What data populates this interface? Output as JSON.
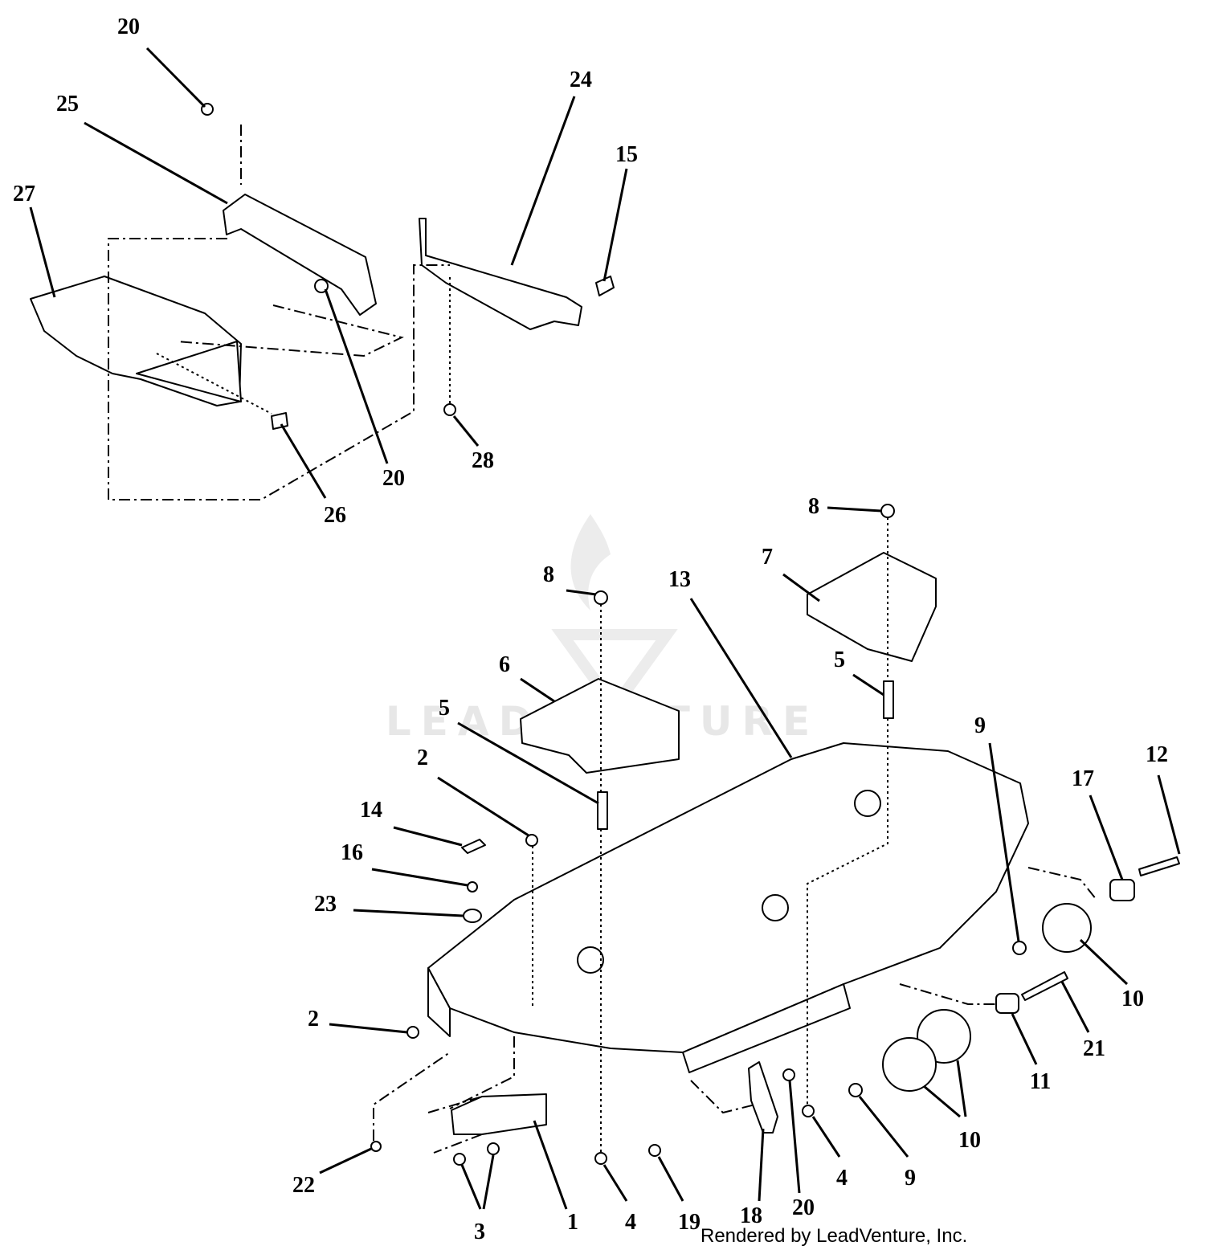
{
  "watermark": "LEADVENTURE",
  "credit": "Rendered by LeadVenture, Inc.",
  "callouts": [
    {
      "id": "c1",
      "text": "20"
    },
    {
      "id": "c2",
      "text": "25"
    },
    {
      "id": "c3",
      "text": "27"
    },
    {
      "id": "c4",
      "text": "24"
    },
    {
      "id": "c5",
      "text": "15"
    },
    {
      "id": "c6",
      "text": "20"
    },
    {
      "id": "c7",
      "text": "28"
    },
    {
      "id": "c8",
      "text": "26"
    },
    {
      "id": "c9",
      "text": "8"
    },
    {
      "id": "c10",
      "text": "7"
    },
    {
      "id": "c11",
      "text": "13"
    },
    {
      "id": "c12",
      "text": "8"
    },
    {
      "id": "c13",
      "text": "6"
    },
    {
      "id": "c14",
      "text": "5"
    },
    {
      "id": "c15",
      "text": "5"
    },
    {
      "id": "c16",
      "text": "9"
    },
    {
      "id": "c17",
      "text": "12"
    },
    {
      "id": "c18",
      "text": "17"
    },
    {
      "id": "c19",
      "text": "2"
    },
    {
      "id": "c20",
      "text": "14"
    },
    {
      "id": "c21",
      "text": "16"
    },
    {
      "id": "c22",
      "text": "23"
    },
    {
      "id": "c23",
      "text": "10"
    },
    {
      "id": "c24",
      "text": "21"
    },
    {
      "id": "c25",
      "text": "2"
    },
    {
      "id": "c26",
      "text": "11"
    },
    {
      "id": "c27",
      "text": "10"
    },
    {
      "id": "c28",
      "text": "9"
    },
    {
      "id": "c29",
      "text": "22"
    },
    {
      "id": "c30",
      "text": "4"
    },
    {
      "id": "c31",
      "text": "3"
    },
    {
      "id": "c32",
      "text": "1"
    },
    {
      "id": "c33",
      "text": "4"
    },
    {
      "id": "c34",
      "text": "19"
    },
    {
      "id": "c35",
      "text": "18"
    },
    {
      "id": "c36",
      "text": "20"
    }
  ]
}
